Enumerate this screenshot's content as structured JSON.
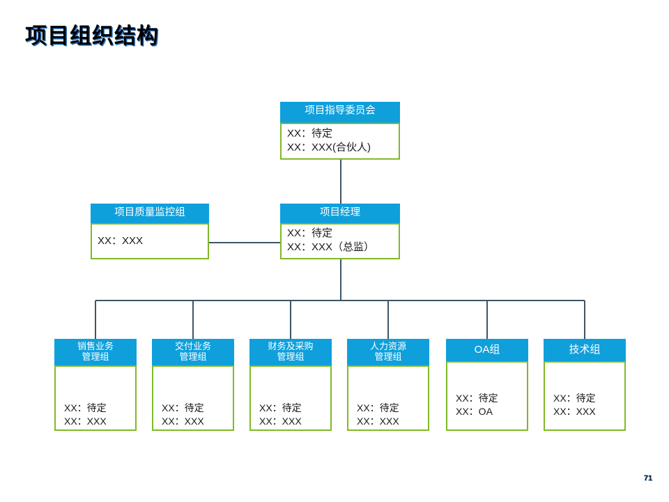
{
  "slide": {
    "title": "项目组织结构",
    "page_number": "71",
    "colors": {
      "header_blue": "#0fa0dc",
      "body_border_green": "#80b927",
      "connector_line": "#3d5566",
      "title_text": "#000000",
      "title_shadow": "#1f6fc4",
      "background": "#ffffff"
    }
  },
  "org_chart": {
    "levels": [
      {
        "level": 1,
        "nodes": [
          {
            "id": "steering",
            "header": "项目指导委员会",
            "body": "XX：待定\nXX：XXX(合伙人)"
          }
        ]
      },
      {
        "level": 2,
        "nodes": [
          {
            "id": "quality",
            "header": "项目质量监控组",
            "body": "XX：XXX"
          },
          {
            "id": "manager",
            "header": "项目经理",
            "body": "XX：待定\nXX：XXX（总监）"
          }
        ]
      },
      {
        "level": 3,
        "nodes": [
          {
            "id": "sales",
            "header": "销售业务\n管理组",
            "body": "XX：待定\nXX：XXX"
          },
          {
            "id": "delivery",
            "header": "交付业务\n管理组",
            "body": "XX：待定\nXX：XXX"
          },
          {
            "id": "finance",
            "header": "财务及采购\n管理组",
            "body": "XX：待定\nXX：XXX"
          },
          {
            "id": "hr",
            "header": "人力资源\n管理组",
            "body": "XX：待定\nXX：XXX"
          },
          {
            "id": "oa",
            "header": "OA组",
            "body": "XX：待定\nXX：OA"
          },
          {
            "id": "tech",
            "header": "技术组",
            "body": "XX：待定\nXX：XXX"
          }
        ]
      }
    ]
  }
}
